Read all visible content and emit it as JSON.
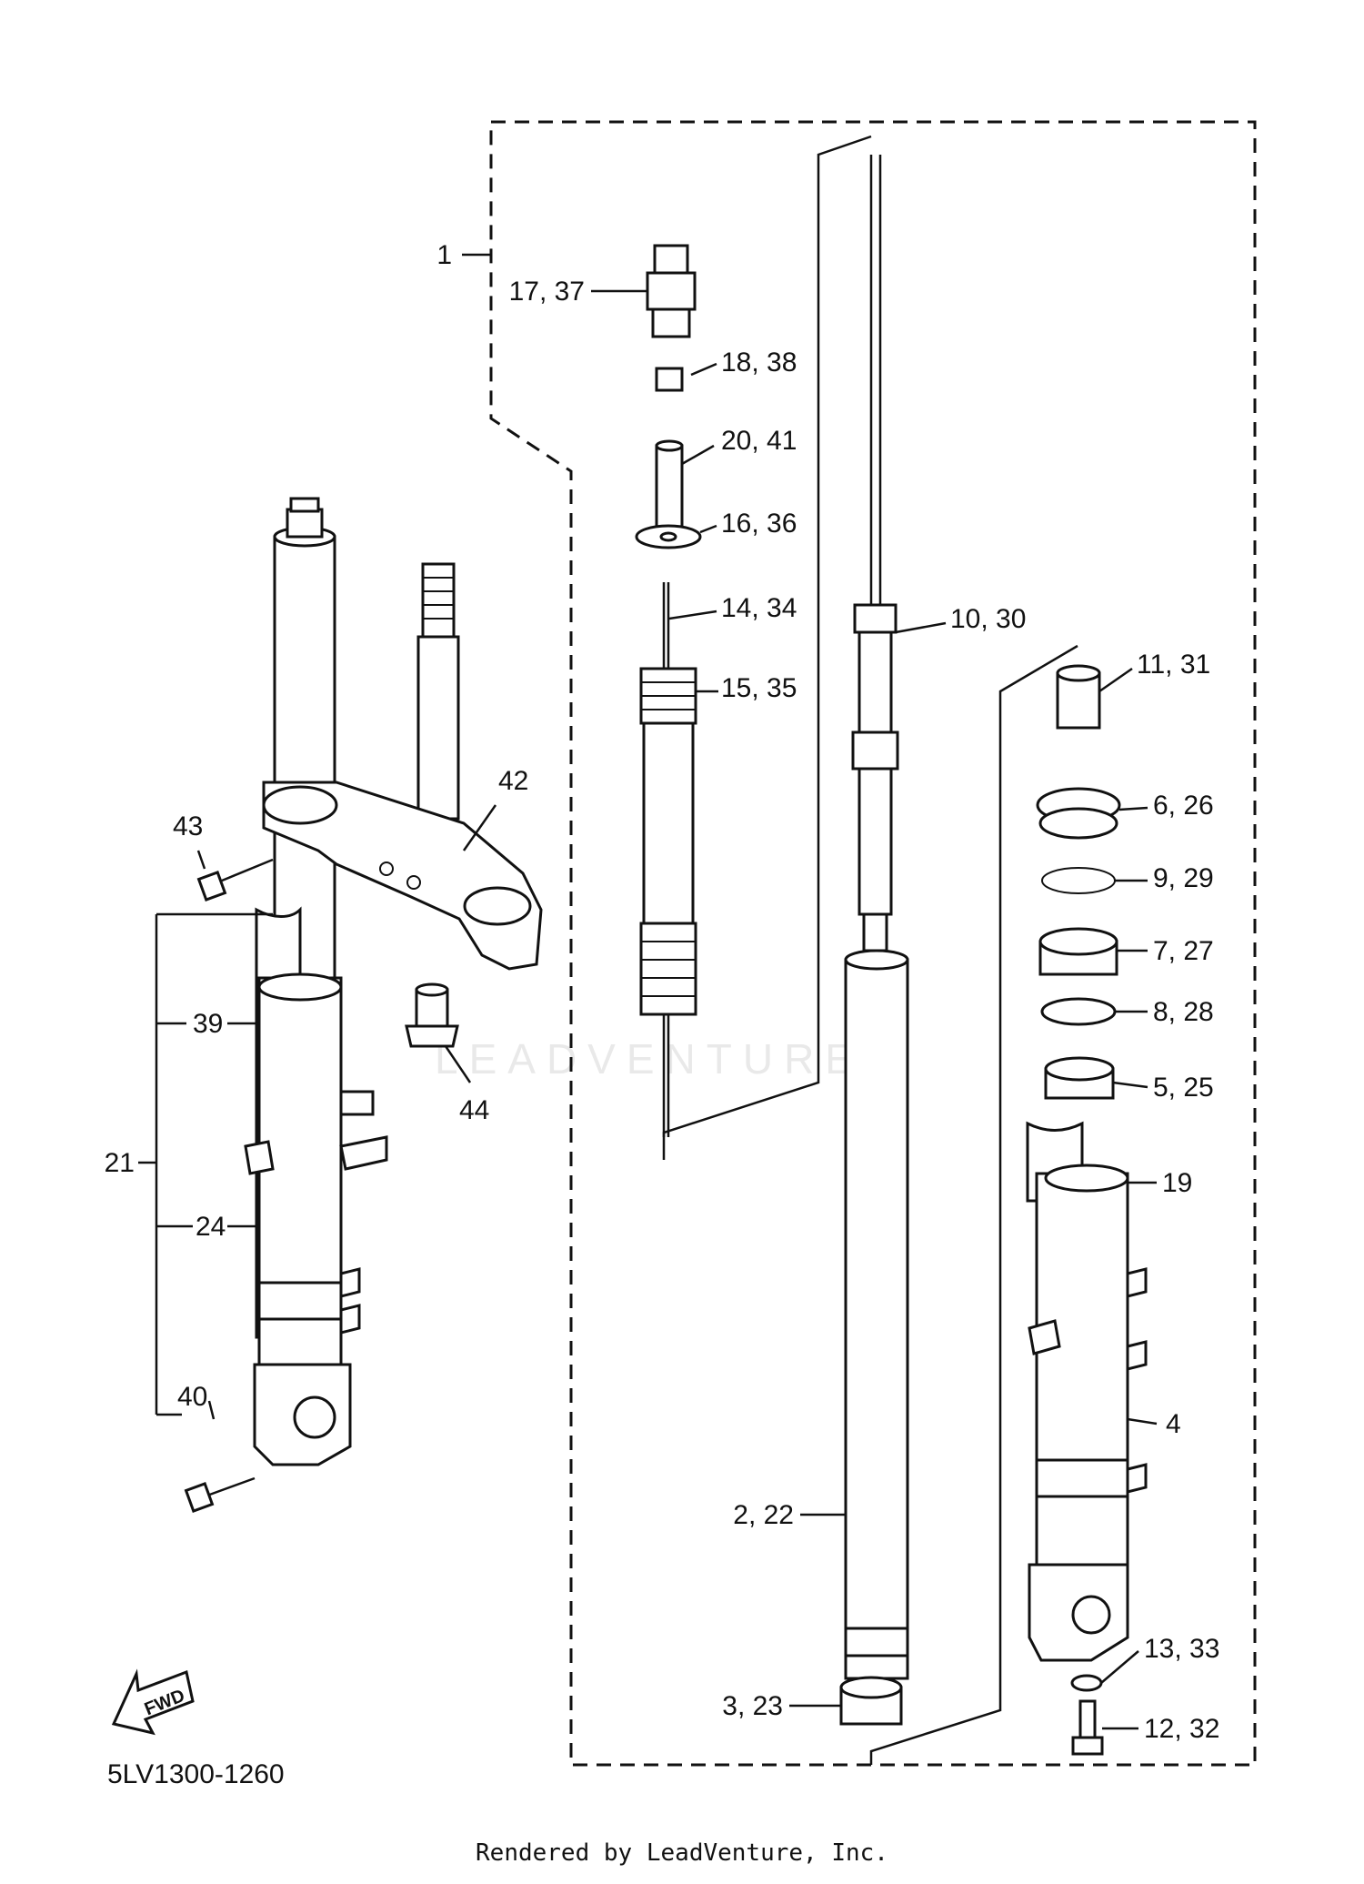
{
  "diagram_code": "5LV1300-1260",
  "footer": "Rendered by LeadVenture, Inc.",
  "watermark": "LEADVENTURE",
  "fwd_label": "FWD",
  "callouts": {
    "c1": "1",
    "c17_37": "17, 37",
    "c18_38": "18, 38",
    "c20_41": "20, 41",
    "c16_36": "16, 36",
    "c14_34": "14, 34",
    "c15_35": "15, 35",
    "c10_30": "10, 30",
    "c11_31": "11, 31",
    "c6_26": "6, 26",
    "c9_29": "9, 29",
    "c7_27": "7, 27",
    "c8_28": "8, 28",
    "c5_25": "5, 25",
    "c19": "19",
    "c4": "4",
    "c2_22": "2, 22",
    "c13_33": "13, 33",
    "c3_23": "3, 23",
    "c12_32": "12, 32",
    "c42": "42",
    "c43": "43",
    "c39": "39",
    "c44": "44",
    "c21": "21",
    "c24": "24",
    "c40": "40"
  }
}
